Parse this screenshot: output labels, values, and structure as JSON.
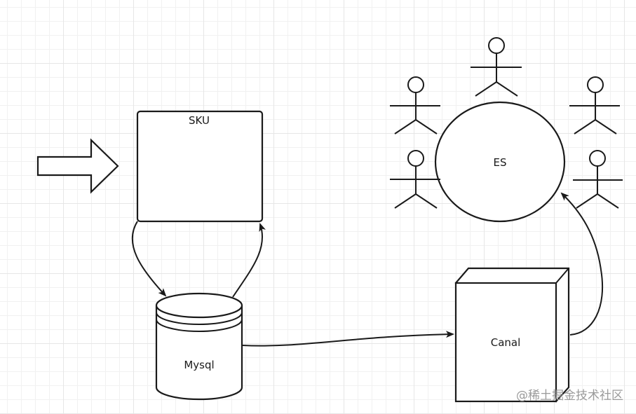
{
  "nodes": {
    "sku": {
      "label": "SKU"
    },
    "mysql": {
      "label": "Mysql"
    },
    "canal": {
      "label": "Canal"
    },
    "es": {
      "label": "ES"
    }
  },
  "watermark": "@稀土掘金技术社区"
}
